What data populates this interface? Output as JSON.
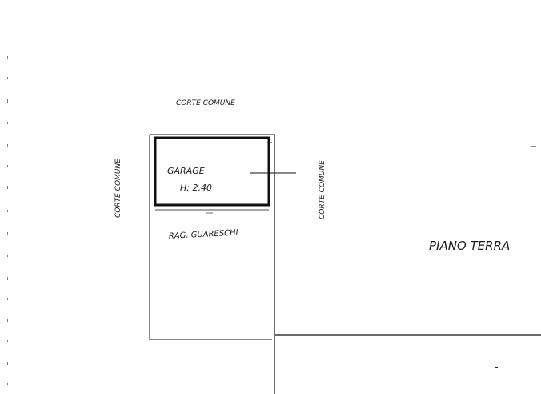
{
  "labels": {
    "corte_top": "CORTE  COMUNE",
    "corte_left": "CORTE  COMUNE",
    "corte_right": "CORTE  COMUNE",
    "garage": "GARAGE",
    "height": "H: 2.40",
    "street": "RAG. GUARESCHI",
    "floor": "PIANO TERRA"
  }
}
